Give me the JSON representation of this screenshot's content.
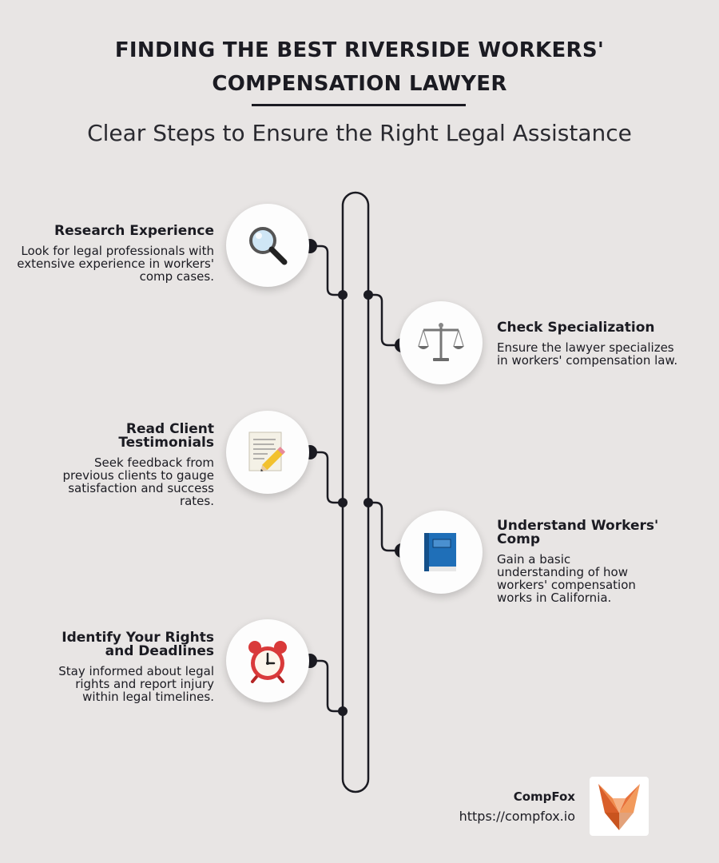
{
  "header": {
    "title_line1": "FINDING THE BEST RIVERSIDE WORKERS'",
    "title_line2": "COMPENSATION LAWYER",
    "subtitle": "Clear Steps to Ensure the Right Legal Assistance"
  },
  "steps": [
    {
      "title": "Research Experience",
      "desc": "Look for legal professionals with extensive experience in workers' comp cases.",
      "icon": "magnifying-glass-icon",
      "side": "left"
    },
    {
      "title": "Check Specialization",
      "desc": "Ensure the lawyer specializes in workers' compensation law.",
      "icon": "scales-icon",
      "side": "right"
    },
    {
      "title": "Read Client Testimonials",
      "desc": "Seek feedback from previous clients to gauge satisfaction and success rates.",
      "icon": "memo-pencil-icon",
      "side": "left"
    },
    {
      "title": "Understand Workers' Comp",
      "desc": "Gain a basic understanding of how workers' compensation works in California.",
      "icon": "blue-book-icon",
      "side": "right"
    },
    {
      "title": "Identify Your Rights and Deadlines",
      "desc": "Stay informed about legal rights and report injury within legal timelines.",
      "icon": "alarm-clock-icon",
      "side": "left"
    }
  ],
  "footer": {
    "brand": "CompFox",
    "url": "https://compfox.io",
    "logo_icon": "fox-logo-icon"
  },
  "colors": {
    "background": "#e8e5e4",
    "ink": "#1b1b22",
    "fox_orange": "#e8713a"
  }
}
